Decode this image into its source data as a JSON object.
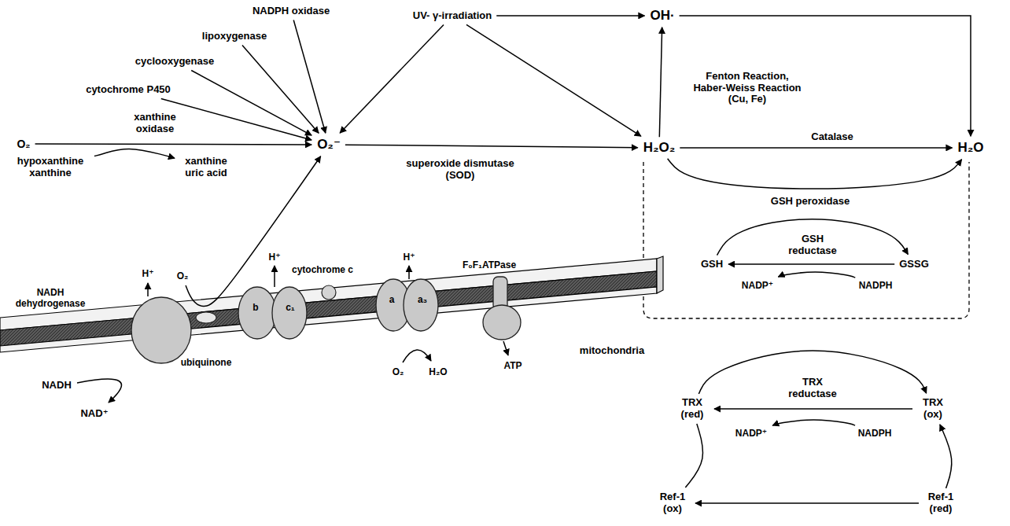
{
  "diagram": {
    "nodes": [
      {
        "text": [
          "NADPH oxidase"
        ]
      },
      {
        "text": [
          "UV- γ-irradiation"
        ]
      },
      {
        "text": [
          "OH·"
        ]
      },
      {
        "text": [
          "lipoxygenase"
        ]
      },
      {
        "text": [
          "cyclooxygenase"
        ]
      },
      {
        "text": [
          "cytochrome P450"
        ]
      },
      {
        "text": [
          "O₂"
        ]
      },
      {
        "text": [
          "O₂⁻"
        ]
      },
      {
        "text": [
          "H₂O₂"
        ]
      },
      {
        "text": [
          "H₂O"
        ]
      },
      {
        "text": [
          "hypoxanthine xanthine"
        ]
      },
      {
        "text": [
          "xanthine uric acid"
        ]
      },
      {
        "text": [
          "GSH"
        ]
      },
      {
        "text": [
          "GSSG"
        ]
      },
      {
        "text": [
          "NADP⁺"
        ]
      },
      {
        "text": [
          "NADPH"
        ]
      },
      {
        "text": [
          "O₂"
        ]
      },
      {
        "text": [
          "TRX (red)"
        ]
      },
      {
        "text": [
          "TRX (ox)"
        ]
      },
      {
        "text": [
          "NADP⁺"
        ]
      },
      {
        "text": [
          "NADPH"
        ]
      },
      {
        "text": [
          "Ref-1 (ox)"
        ]
      },
      {
        "text": [
          "Ref-1 (red)"
        ]
      }
    ],
    "edges": [
      {
        "from": 6,
        "to": 7,
        "arrow": "to",
        "label": "xanthine oxidase"
      },
      {
        "from": 10,
        "to": 11,
        "arrow": "to"
      },
      {
        "from": 0,
        "to": 7,
        "arrow": "to"
      },
      {
        "from": 3,
        "to": 7,
        "arrow": "to"
      },
      {
        "from": 4,
        "to": 7,
        "arrow": "to"
      },
      {
        "from": 5,
        "to": 7,
        "arrow": "to"
      },
      {
        "from": 1,
        "to": 7,
        "arrow": "to"
      },
      {
        "from": 1,
        "to": 8,
        "arrow": "to"
      },
      {
        "from": 1,
        "to": 2,
        "arrow": "to"
      },
      {
        "from": 7,
        "to": 8,
        "arrow": "to",
        "label": "superoxide dismutase (SOD)"
      },
      {
        "from": 8,
        "to": 2,
        "arrow": "to",
        "label": "Fenton Reaction, Haber-Weiss Reaction (Cu, Fe)"
      },
      {
        "from": 2,
        "to": 9,
        "arrow": "to"
      },
      {
        "from": 8,
        "to": 9,
        "arrow": "to",
        "label": "Catalase"
      },
      {
        "from": 8,
        "to": 9,
        "arrow": "to",
        "label": "GSH peroxidase"
      },
      {
        "from": 12,
        "to": 13,
        "arrow": "to"
      },
      {
        "from": 13,
        "to": 12,
        "arrow": "to",
        "label": "GSH reductase"
      },
      {
        "from": 15,
        "to": 14,
        "arrow": "to"
      },
      {
        "from": 16,
        "to": 7,
        "arrow": "to"
      },
      {
        "from": 17,
        "to": 18,
        "arrow": "to"
      },
      {
        "from": 18,
        "to": 17,
        "arrow": "to",
        "label": "TRX reductase"
      },
      {
        "from": 20,
        "to": 19,
        "arrow": "to"
      },
      {
        "from": 17,
        "to": 21,
        "arrow": "none"
      },
      {
        "from": 22,
        "to": 18,
        "arrow": "to"
      },
      {
        "from": 22,
        "to": 21,
        "arrow": "to"
      }
    ],
    "labels": [
      "NADH dehydrogenase",
      "H⁺",
      "cytochrome c",
      "H⁺",
      "H⁺",
      "F₀F₁ATPase",
      "b",
      "c₁",
      "a",
      "a₃",
      "ubiquinone",
      "NADH",
      "NAD⁺",
      "O₂",
      "H₂O",
      "ATP",
      "mitochondria"
    ]
  }
}
